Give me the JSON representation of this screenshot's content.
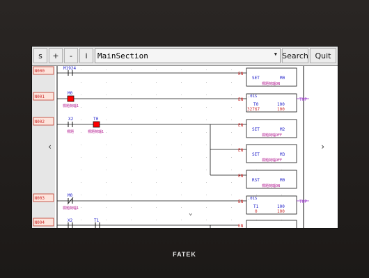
{
  "toolbar": {
    "buttons": [
      "s",
      "+",
      "-",
      "i"
    ],
    "section": "MainSection",
    "search_label": "Search",
    "quit_label": "Quit"
  },
  "nav": {
    "left": "‹",
    "right": "›",
    "down": "⌄"
  },
  "rungs": [
    {
      "label": "N000",
      "contacts": [
        {
          "name": "M1924",
          "comment": ""
        }
      ],
      "coils": [
        {
          "op": "SET",
          "operand": "M0",
          "comment": "標題荷瑙ON"
        }
      ]
    },
    {
      "label": "N001",
      "contacts": [
        {
          "name": "M0",
          "comment": "標題荷瑙1"
        }
      ],
      "coils": [
        {
          "op": ".01S",
          "operand": "T0",
          "preset": "100",
          "current": "100",
          "value": "32767",
          "out": "TUP"
        }
      ]
    },
    {
      "label": "N002",
      "contacts": [
        {
          "name": "X2",
          "comment": "標題"
        },
        {
          "name": "T0",
          "comment": "標題荷瑙1"
        }
      ],
      "coils": [
        {
          "op": "SET",
          "operand": "M2",
          "comment": "標題荷瑙OFF"
        },
        {
          "op": "SET",
          "operand": "M3",
          "comment": "標題荷瑙OFF"
        },
        {
          "op": "RST",
          "operand": "M0",
          "comment": "標題荷瑙ON"
        }
      ]
    },
    {
      "label": "N003",
      "contacts": [
        {
          "name": "M0",
          "comment": "標題荷瑙1"
        }
      ],
      "coils": [
        {
          "op": ".01S",
          "operand": "T1",
          "preset": "100",
          "current": "100",
          "value": "0",
          "out": "TUP"
        }
      ]
    },
    {
      "label": "N004",
      "contacts": [
        {
          "name": "X2",
          "comment": ""
        },
        {
          "name": "T1",
          "comment": ""
        }
      ],
      "coils": [
        {
          "op": "EN",
          "operand": "",
          "comment": ""
        }
      ]
    }
  ],
  "en_label": "EN",
  "brand": "FATEK",
  "colors": {
    "label_bg": "#fde4dc",
    "label_border": "#c0392b",
    "label_text": "#cc2a2a",
    "wire": "#111111",
    "coil_text": "#1a1ac8",
    "comment": "#b0128c",
    "active": "#ff0000",
    "en": "#cc2a2a",
    "tup": "#9932cc"
  }
}
